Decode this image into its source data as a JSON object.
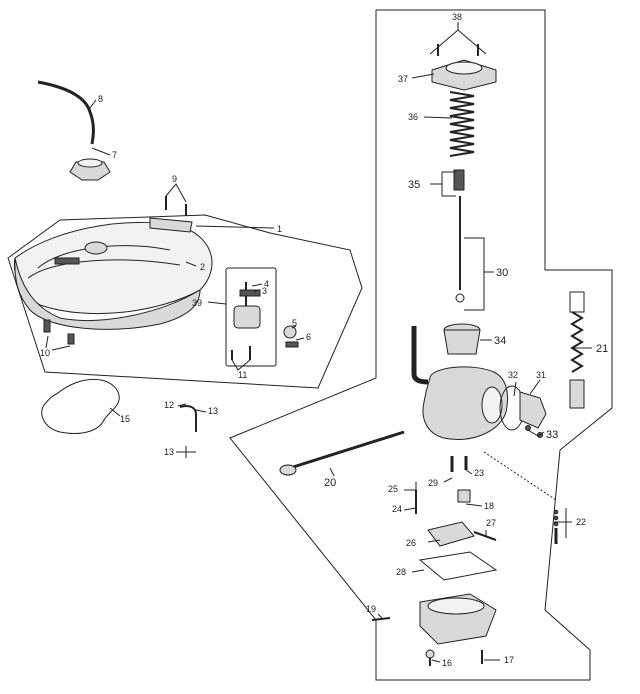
{
  "labels": {
    "l1": "1",
    "l2": "2",
    "l3": "3",
    "l4": "4",
    "l5": "5",
    "l6": "6",
    "l7": "7",
    "l8": "8",
    "l9": "9",
    "l10": "10",
    "l11": "11",
    "l12": "12",
    "l13a": "13",
    "l13b": "13",
    "l15": "15",
    "l16": "16",
    "l17": "17",
    "l18": "18",
    "l19": "19",
    "l20": "20",
    "l21": "21",
    "l22": "22",
    "l23": "23",
    "l24": "24",
    "l25": "25",
    "l26": "26",
    "l27": "27",
    "l28": "28",
    "l29": "29",
    "l30": "30",
    "l31": "31",
    "l32": "32",
    "l33": "33",
    "l34": "34",
    "l35": "35",
    "l36": "36",
    "l37": "37",
    "l38": "38",
    "l39": "39"
  }
}
